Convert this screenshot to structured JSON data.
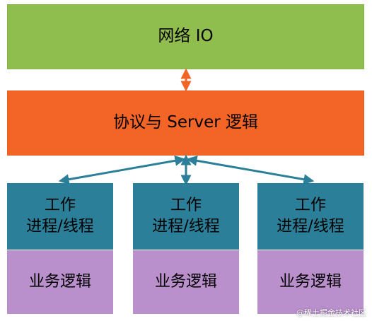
{
  "diagram": {
    "network_layer": "网络 IO",
    "protocol_layer": "协议与 Server 逻辑",
    "workers": [
      {
        "line1": "工作",
        "line2": "进程/线程",
        "business": "业务逻辑"
      },
      {
        "line1": "工作",
        "line2": "进程/线程",
        "business": "业务逻辑"
      },
      {
        "line1": "工作",
        "line2": "进程/线程",
        "business": "业务逻辑"
      }
    ],
    "watermark": "@稀土掘金技术社区"
  },
  "colors": {
    "network": "#8fbd4e",
    "protocol": "#f26526",
    "worker": "#2b7f98",
    "business": "#b98fcc",
    "arrow_orange": "#f26526",
    "arrow_teal": "#2b7f98"
  }
}
